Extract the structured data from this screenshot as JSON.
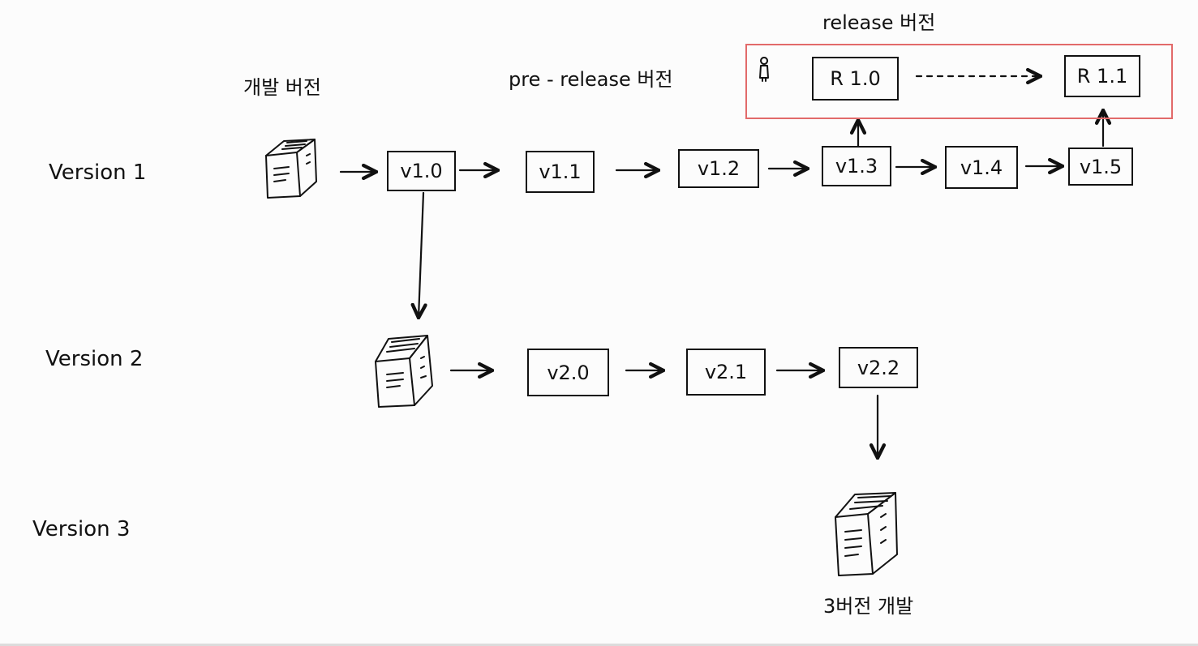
{
  "rows": {
    "version1": "Version 1",
    "version2": "Version 2",
    "version3": "Version 3"
  },
  "headers": {
    "dev": "개발 버전",
    "pre_release": "pre - release 버전",
    "release": "release 버전"
  },
  "nodes": {
    "v1_0": "v1.0",
    "v1_1": "v1.1",
    "v1_2": "v1.2",
    "v1_3": "v1.3",
    "v1_4": "v1.4",
    "v1_5": "v1.5",
    "v2_0": "v2.0",
    "v2_1": "v2.1",
    "v2_2": "v2.2",
    "r1_0": "R 1.0",
    "r1_1": "R 1.1"
  },
  "captions": {
    "v3_dev": "3버전 개발"
  },
  "colors": {
    "release_frame": "#e26a6a",
    "ink": "#111111"
  }
}
